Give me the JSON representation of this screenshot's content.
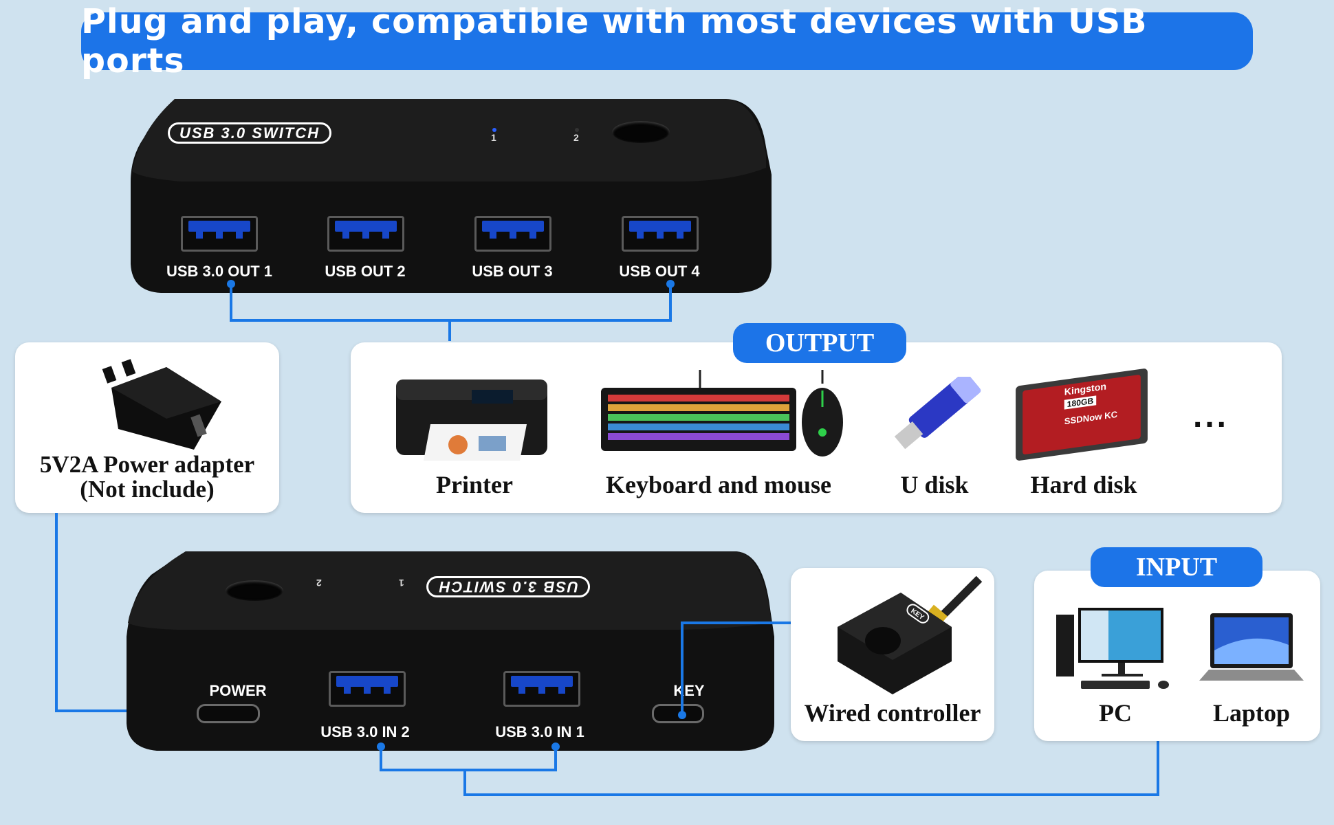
{
  "banner": {
    "title": "Plug and play, compatible with most devices with USB ports"
  },
  "top_switch": {
    "logo": "USB 3.0 SWITCH",
    "leds": [
      "1",
      "2"
    ],
    "ports": [
      "USB 3.0 OUT 1",
      "USB OUT 2",
      "USB OUT 3",
      "USB OUT 4"
    ]
  },
  "bottom_switch": {
    "logo": "USB 3.0 SWITCH",
    "leds": [
      "2",
      "1"
    ],
    "power_label": "POWER",
    "key_label": "KEY",
    "ports": [
      "USB 3.0 IN 2",
      "USB 3.0 IN 1"
    ]
  },
  "adapter": {
    "line1": "5V2A Power adapter",
    "line2": "(Not include)"
  },
  "output": {
    "title": "OUTPUT",
    "items": [
      "Printer",
      "Keyboard and mouse",
      "U disk",
      "Hard disk"
    ],
    "more": "..."
  },
  "controller": {
    "label": "Wired controller",
    "key_text": "KEY"
  },
  "input": {
    "title": "INPUT",
    "items": [
      "PC",
      "Laptop"
    ]
  },
  "ssd": {
    "brand": "Kingston",
    "capacity": "180GB",
    "model": "SSDNow KC"
  },
  "colors": {
    "accent": "#1c74e8",
    "background": "#cfe2ef",
    "device": "#121212",
    "port_blue": "#1747c9"
  }
}
